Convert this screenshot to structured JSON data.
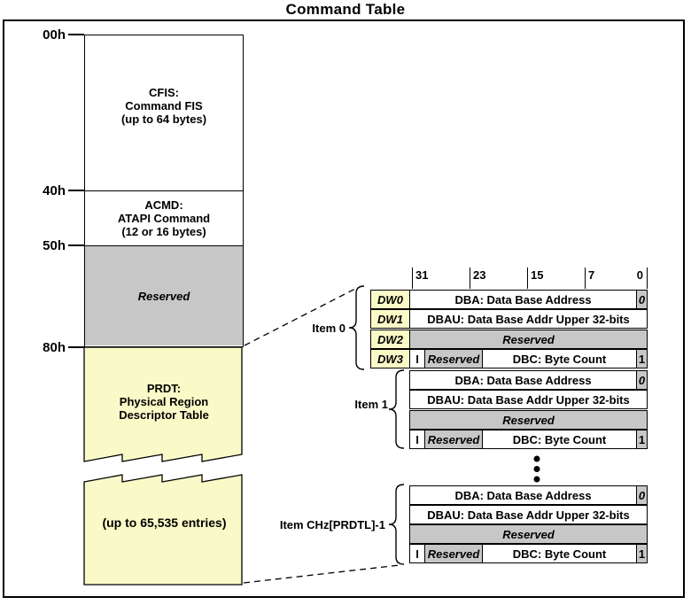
{
  "page": {
    "title": "Command Table"
  },
  "colors": {
    "section_yellow": "#FAFAC8",
    "section_gray": "#C7C7C7",
    "line_black": "#000000"
  },
  "memory_map": {
    "offsets": [
      "00h",
      "40h",
      "50h",
      "80h"
    ],
    "cfis": [
      "CFIS:",
      "Command FIS",
      "(up to 64 bytes)"
    ],
    "acmd": [
      "ACMD:",
      "ATAPI Command",
      "(12 or 16 bytes)"
    ],
    "reserved": "Reserved",
    "prdt": [
      "PRDT:",
      "Physical Region",
      "Descriptor Table"
    ],
    "prdt_note": "(up to 65,535 entries)"
  },
  "bit_ruler": [
    "31",
    "23",
    "15",
    "7",
    "0"
  ],
  "dw_labels": [
    "DW0",
    "DW1",
    "DW2",
    "DW3"
  ],
  "fields": {
    "dba": "DBA: Data Base Address",
    "dba_bit0": "0",
    "dbau": "DBAU: Data Base Addr Upper 32-bits",
    "reserved": "Reserved",
    "interrupt": "I",
    "dbc": "DBC: Byte Count",
    "dbc_bit0": "1"
  },
  "items": [
    "Item 0",
    "Item 1",
    "Item CHz[PRDTL]-1"
  ]
}
